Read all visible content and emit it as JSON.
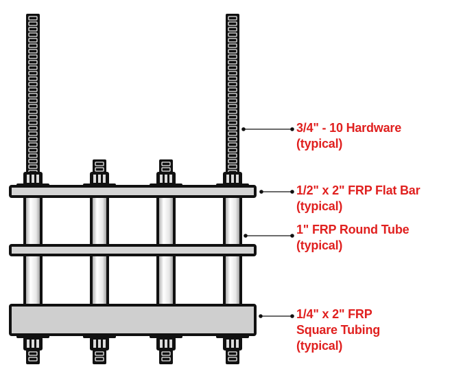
{
  "colors": {
    "label": "#e0201f",
    "outline": "#111111",
    "bar_fill": "#d4d4d4",
    "box_fill": "#cfcfcf"
  },
  "labels": [
    {
      "id": "hardware",
      "lines": [
        "3/4\" - 10 Hardware",
        "(typical)"
      ]
    },
    {
      "id": "flat-bar",
      "lines": [
        "1/2\" x 2\" FRP Flat Bar",
        "(typical)"
      ]
    },
    {
      "id": "round-tube",
      "lines": [
        "1\" FRP Round Tube",
        "(typical)"
      ]
    },
    {
      "id": "square-tubing",
      "lines": [
        "1/4\" x 2\" FRP",
        "Square Tubing",
        "(typical)"
      ]
    }
  ]
}
